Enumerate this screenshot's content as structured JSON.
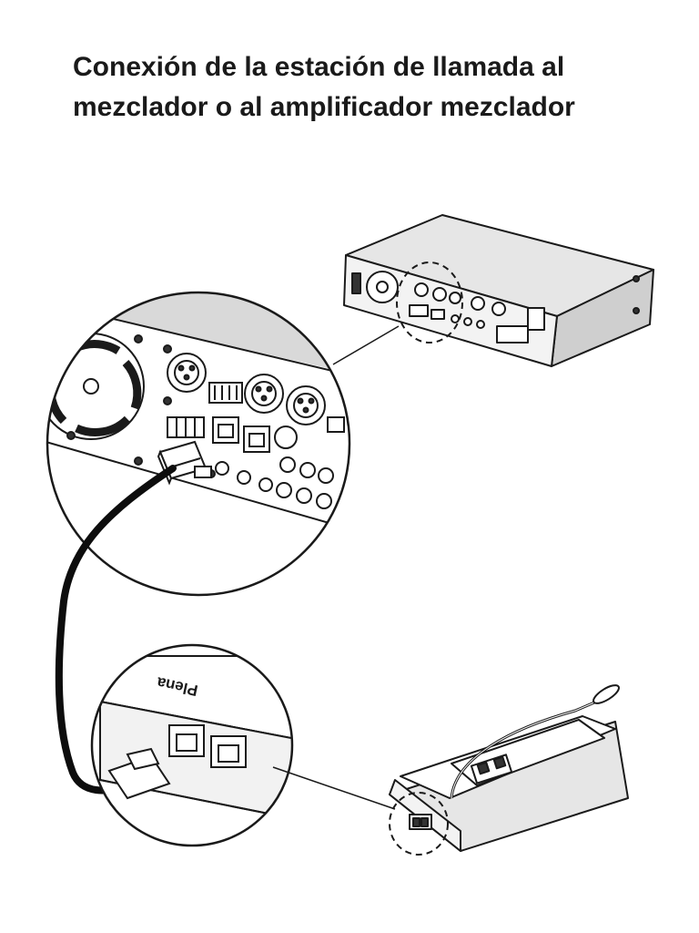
{
  "title": "Conexión de la estación de llamada al mezclador o al amplificador mezclador",
  "labels": {
    "brand": "Plena"
  },
  "icons": {
    "mixer": "mixer-amplifier-illustration",
    "station": "call-station-illustration",
    "cable": "rj45-cable-illustration"
  }
}
